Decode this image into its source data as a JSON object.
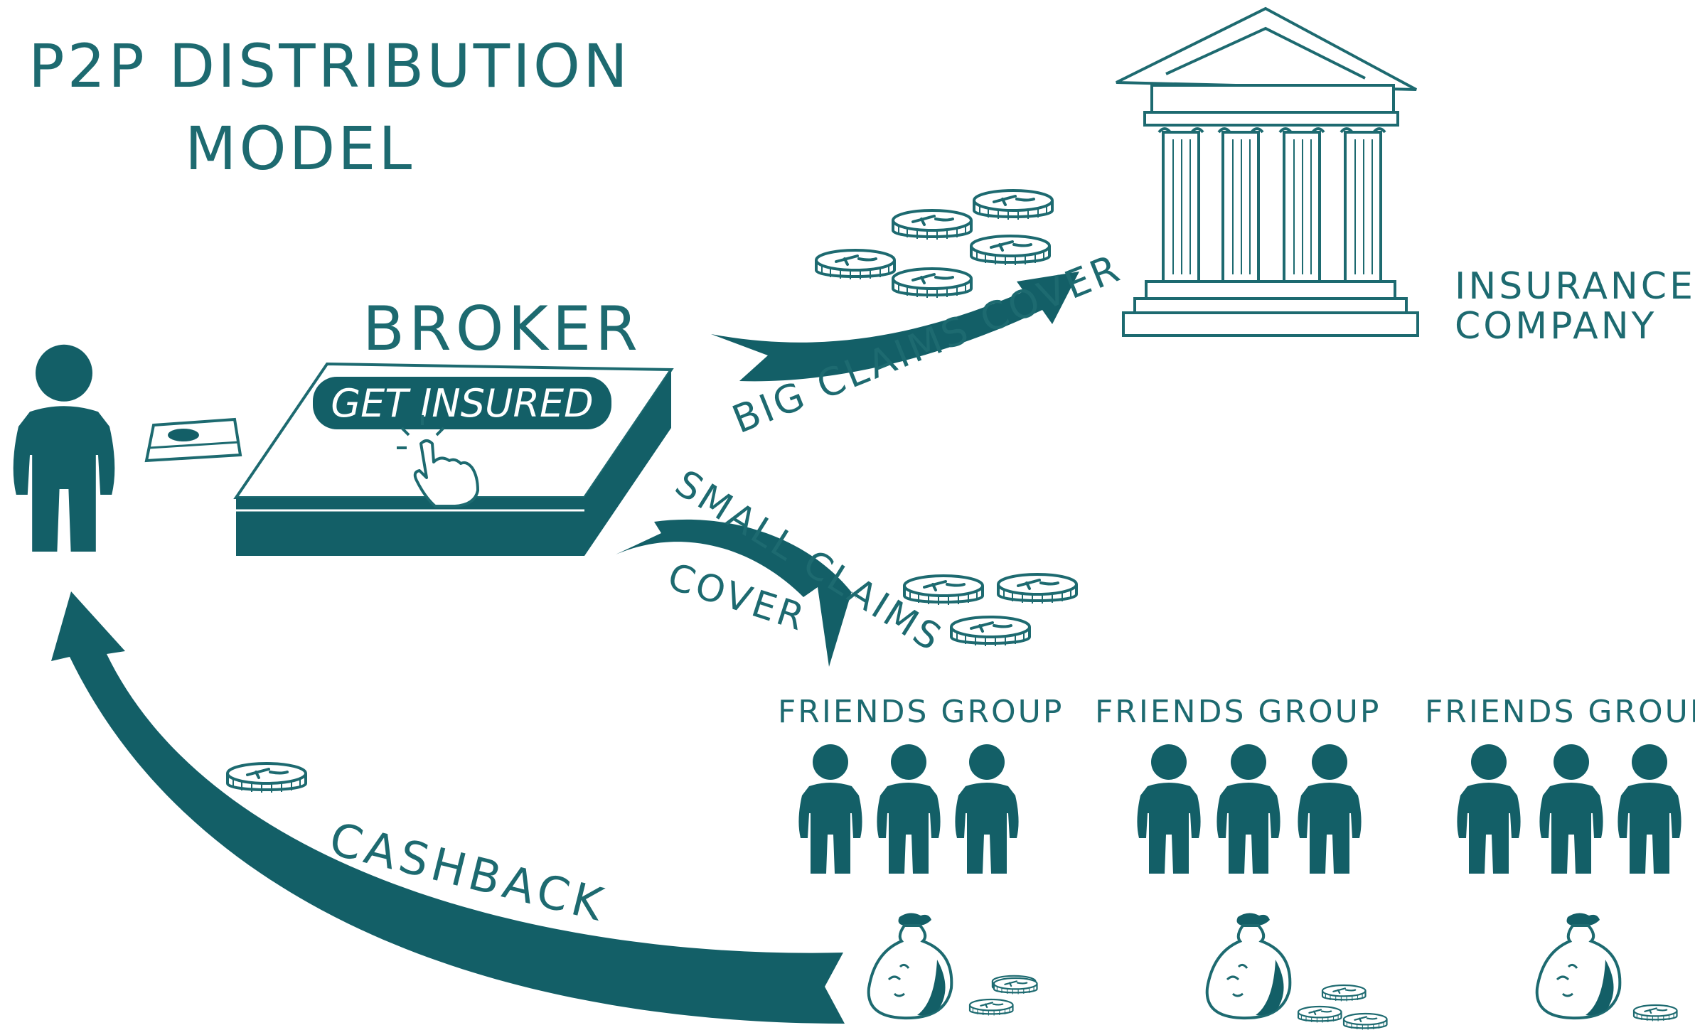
{
  "title": {
    "line1": "P2P DISTRIBUTION",
    "line2": "MODEL"
  },
  "broker": {
    "label": "BROKER",
    "button_label": "GET INSURED"
  },
  "insurance_company": {
    "line1": "INSURANCE",
    "line2": "COMPANY"
  },
  "flows": {
    "big_claims": "BIG CLAIMS COVER",
    "small_claims": "SMALL CLAIMS",
    "small_claims_line2": "COVER",
    "cashback": "CASHBACK"
  },
  "groups": [
    {
      "label": "FRIENDS GROUP"
    },
    {
      "label": "FRIENDS GROUP"
    },
    {
      "label": "FRIENDS GROUP"
    }
  ],
  "colors": {
    "teal": "#135f67",
    "ink": "#1d6a70",
    "bag_fill": "#ffffff"
  }
}
